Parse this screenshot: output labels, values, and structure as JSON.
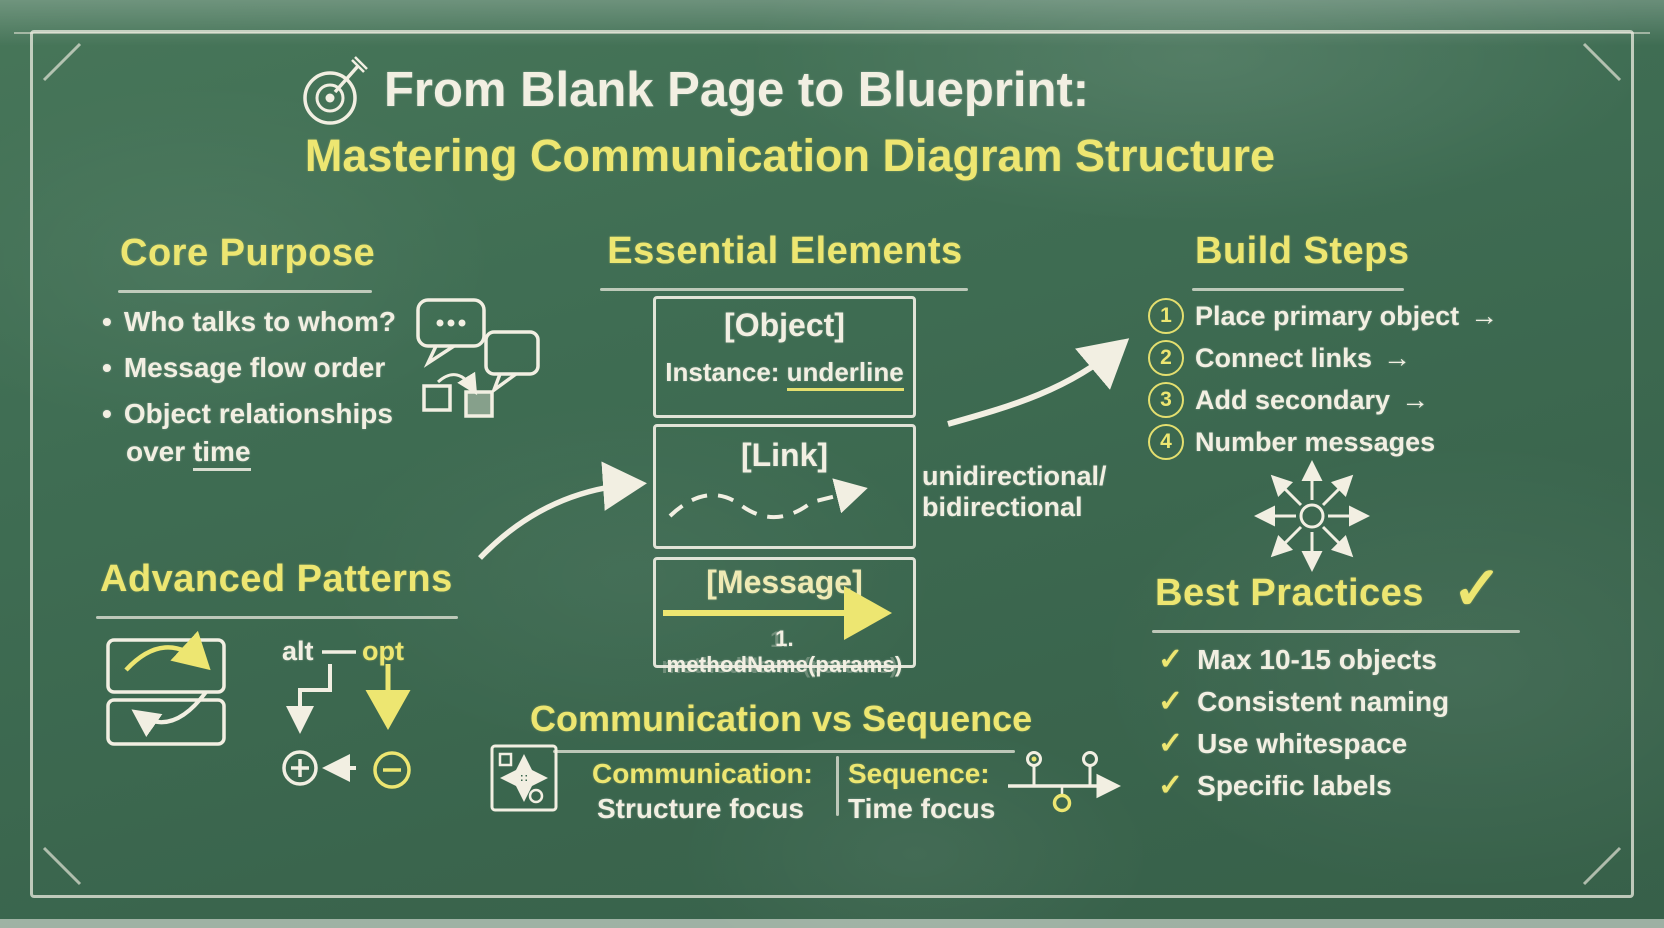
{
  "colors": {
    "board_green": "#3f6d53",
    "chalk_white": "#f2efe2",
    "chalk_yellow": "#ede671"
  },
  "icons": {
    "bullet": "•",
    "check": "✓",
    "arrow_right": "→"
  },
  "title": {
    "line1": "From Blank Page to Blueprint:",
    "line2": "Mastering Communication Diagram Structure"
  },
  "core_purpose": {
    "heading": "Core Purpose",
    "bullets": [
      "Who talks to whom?",
      "Message flow order",
      "Object relationships"
    ],
    "bullet3_line2_prefix": "over ",
    "bullet3_line2_underlined": "time"
  },
  "advanced_patterns": {
    "heading": "Advanced Patterns",
    "alt_label": "alt",
    "opt_label": "opt"
  },
  "essential_elements": {
    "heading": "Essential Elements",
    "object_box": {
      "title": "[Object]",
      "subtitle_prefix": "Instance: ",
      "subtitle_underlined": "underline"
    },
    "link_box": {
      "title": "[Link]"
    },
    "link_note_line1": "unidirectional/",
    "link_note_line2": "bidirectional",
    "message_box": {
      "title": "[Message]",
      "code": "1. methodName(params)"
    }
  },
  "comparison": {
    "heading": "Communication vs Sequence",
    "left_label": "Communication:",
    "left_desc": "Structure focus",
    "right_label": "Sequence:",
    "right_desc": "Time focus"
  },
  "build_steps": {
    "heading": "Build Steps",
    "steps": [
      {
        "num": "1",
        "label": "Place primary object",
        "arrow": "→"
      },
      {
        "num": "2",
        "label": "Connect links",
        "arrow": "→"
      },
      {
        "num": "3",
        "label": "Add secondary",
        "arrow": "→"
      },
      {
        "num": "4",
        "label": "Number messages",
        "arrow": ""
      }
    ]
  },
  "best_practices": {
    "heading": "Best Practices",
    "items": [
      "Max 10-15 objects",
      "Consistent naming",
      "Use whitespace",
      "Specific labels"
    ]
  }
}
